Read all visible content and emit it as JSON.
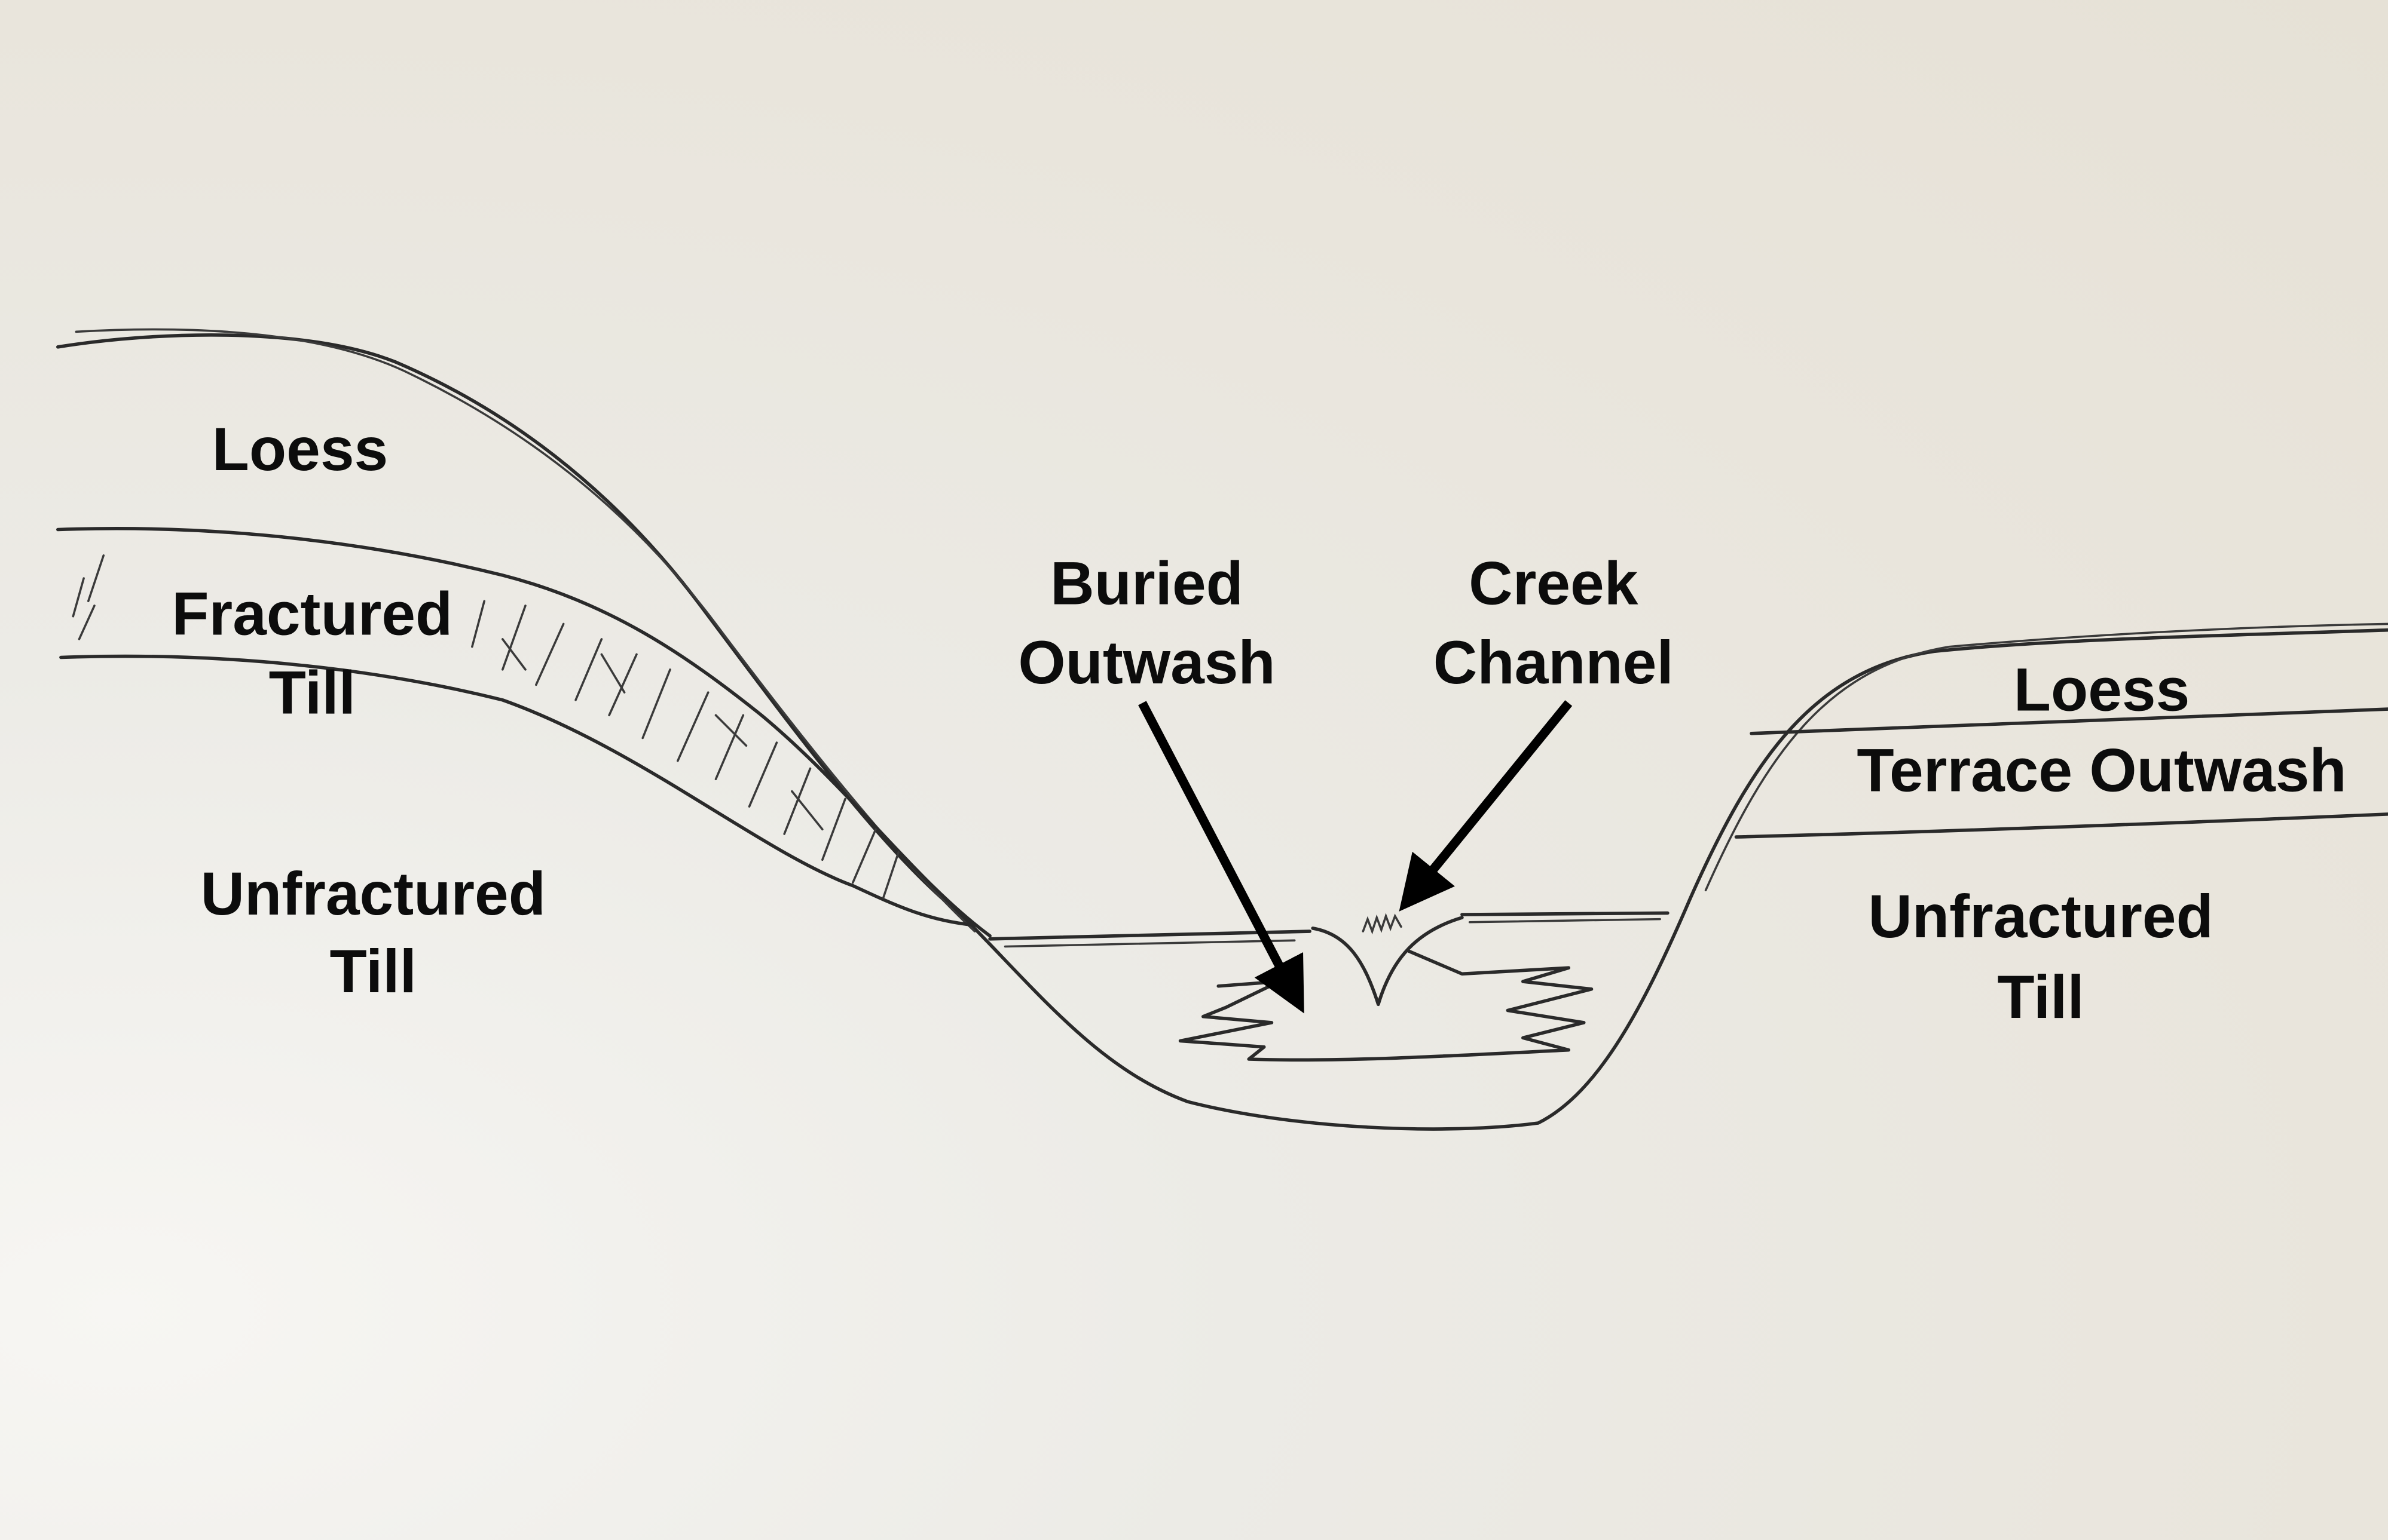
{
  "title": "Valley cross-section sketch",
  "labels": {
    "loess_left": "Loess",
    "fractured_till_1": "Fractured",
    "fractured_till_2": "Till",
    "unfractured_left_1": "Unfractured",
    "unfractured_left_2": "Till",
    "buried_outwash_1": "Buried",
    "buried_outwash_2": "Outwash",
    "creek_channel_1": "Creek",
    "creek_channel_2": "Channel",
    "loess_right": "Loess",
    "terrace_outwash": "Terrace Outwash",
    "unfractured_right_1": "Unfractured",
    "unfractured_right_2": "Till"
  },
  "colors": {
    "paper": "#e9e5dc",
    "ink": "#2a2a2a",
    "label": "#0c0c0c"
  }
}
